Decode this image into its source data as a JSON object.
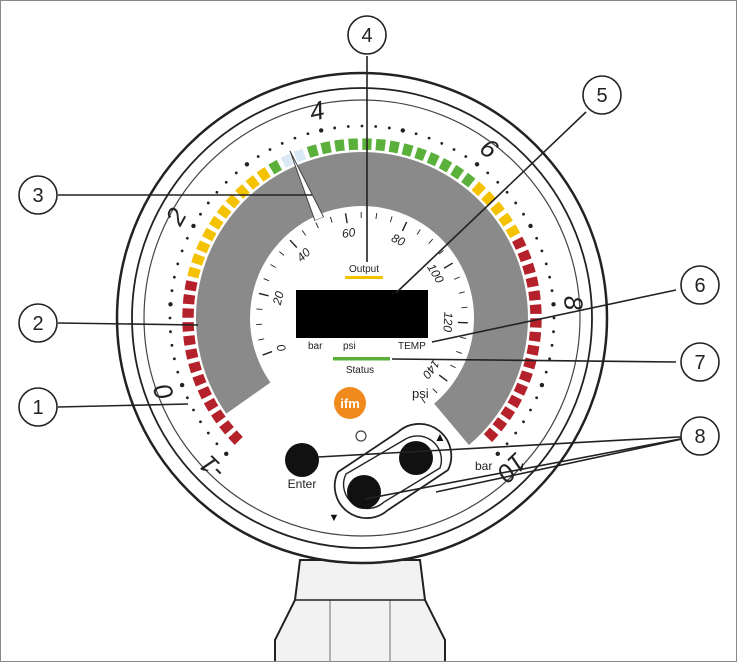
{
  "gauge": {
    "bar_scale_labels": [
      "-1",
      "0",
      "2",
      "4",
      "6",
      "8",
      "10"
    ],
    "psi_scale_labels": [
      "0",
      "20",
      "40",
      "60",
      "80",
      "100",
      "120",
      "140"
    ],
    "unit_bar_outer": "bar",
    "unit_psi_outer": "psi",
    "unit_bar_display": "bar",
    "unit_psi_display": "psi",
    "temp_label": "TEMP",
    "output_label": "Output",
    "status_label": "Status",
    "enter_label": "Enter",
    "up_arrow": "▲",
    "down_arrow": "▼"
  },
  "callouts": [
    "1",
    "2",
    "3",
    "4",
    "5",
    "6",
    "7",
    "8"
  ],
  "colors": {
    "red": "#b5212a",
    "yellow": "#f4c200",
    "green": "#5ab03b",
    "gray": "#8a8a8a",
    "logo_orange": "#f08a1c",
    "output_bar": "#f4c200",
    "status_bar": "#5ab03b",
    "display": "#000000"
  }
}
